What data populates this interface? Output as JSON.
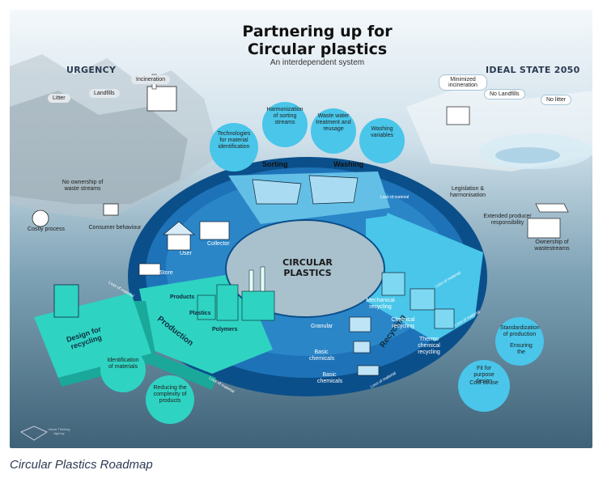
{
  "header": {
    "title": "Partnering up for\nCircular plastics",
    "subtitle": "An interdependent system"
  },
  "left": {
    "heading": "URGENCY",
    "pills": [
      "Incineration",
      "Landfills",
      "Litter"
    ],
    "notes": [
      "No ownership of waste streams",
      "Costly process",
      "Consumer behaviour"
    ]
  },
  "right": {
    "heading": "IDEAL STATE 2050",
    "pills": [
      "Minimized incineration",
      "No Landfills",
      "No litter"
    ],
    "notes": [
      "Legislation & harmonisation",
      "Extended producer responsibility",
      "Ownership of wastestreams"
    ]
  },
  "bubbles": {
    "top": [
      "Technologies for material identification",
      "Harmonization of sorting streams",
      "Waste water treatment and reusage",
      "Washing variables"
    ],
    "left": [
      "Identification of materials",
      "Reducing the complexity of products"
    ],
    "right": [
      "Standardization of production",
      "Ensuring the",
      "Fit for purpose design",
      "Cost of use"
    ]
  },
  "centre": "CIRCULAR\nPLASTICS",
  "stages": {
    "sorting": "Sorting",
    "washing": "Washing",
    "production": "Production",
    "recycling": "Recycling",
    "design": "Design for recycling"
  },
  "ring": {
    "user": "User",
    "collector": "Collector",
    "store": "Store",
    "products": "Products",
    "plastics": "Plastics",
    "polymers": "Polymers",
    "mechanical": "Mechanical recycling",
    "chemical": "Chemical recycling",
    "thermo": "Thermo chemical recycling",
    "granular": "Granular",
    "basic1": "Basic chemicals",
    "basic2": "Basic chemicals"
  },
  "flows": [
    "Loss of material",
    "Loss of material",
    "Loss of material",
    "Loss of material",
    "Loss of material",
    "Loss of material"
  ],
  "footer": {
    "logo_text": "Visual Thinking Agency"
  },
  "caption": "Circular Plastics Roadmap",
  "colors": {
    "ring_dark": "#0b4f8a",
    "ring_mid": "#1e73b8",
    "teal": "#2fd3c2",
    "cyan": "#49c6ea"
  }
}
